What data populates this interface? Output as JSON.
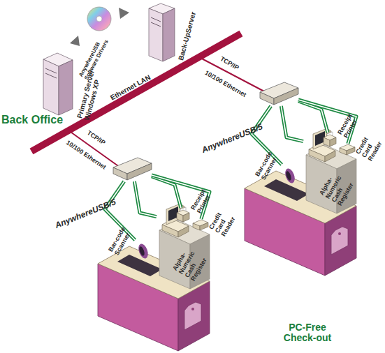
{
  "diagram": {
    "nodes": [
      {
        "text": [
          "Back-UpServer"
        ]
      },
      {
        "text": [
          "Primary Server Windows XP"
        ]
      },
      {
        "text": [
          "AnywhereUSB/5"
        ]
      },
      {
        "text": [
          "Receipt Printer"
        ]
      },
      {
        "text": [
          "Credit Card Reader"
        ]
      },
      {
        "text": [
          "Bar-code Scanner"
        ]
      },
      {
        "text": [
          "Alpha-Numeric Cash Register"
        ]
      },
      {
        "text": [
          "AnywhereUSB/5"
        ]
      },
      {
        "text": [
          "Receipt Printer"
        ]
      },
      {
        "text": [
          "Credit Card Reader"
        ]
      },
      {
        "text": [
          "Bar-code Scanner"
        ]
      },
      {
        "text": [
          "Alpha-Numeric Cash Register"
        ]
      }
    ],
    "edges": [
      {
        "from": 2,
        "to": 5,
        "arrow": "none"
      },
      {
        "from": 2,
        "to": 6,
        "arrow": "none"
      },
      {
        "from": 2,
        "to": 3,
        "arrow": "none"
      },
      {
        "from": 2,
        "to": 4,
        "arrow": "none"
      },
      {
        "from": 7,
        "to": 10,
        "arrow": "none"
      },
      {
        "from": 7,
        "to": 11,
        "arrow": "none"
      },
      {
        "from": 7,
        "to": 8,
        "arrow": "none"
      },
      {
        "from": 7,
        "to": 9,
        "arrow": "none"
      }
    ],
    "labels": [
      "AnywhereUSB Software Drivers",
      "Back Office",
      "Ethernet LAN",
      "TCP/IP",
      "10/100 Ethernet",
      "TCP/IP",
      "10/100 Ethernet",
      "PC-Free Check-out"
    ]
  }
}
